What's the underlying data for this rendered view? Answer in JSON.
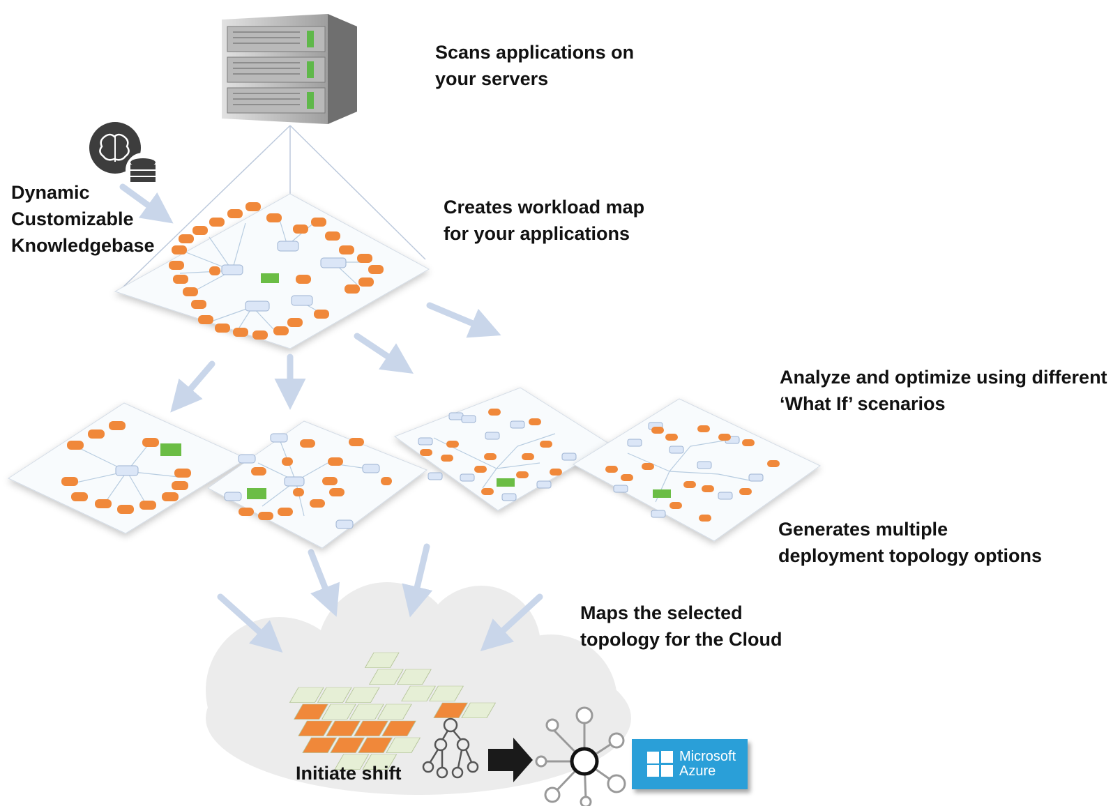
{
  "labels": {
    "scan": "Scans applications on\nyour servers",
    "knowledge": "Dynamic\nCustomizable\nKnowledgebase",
    "workload": "Creates workload map\nfor your applications",
    "analyze": "Analyze and optimize using different\n‘What If’ scenarios",
    "generate": "Generates multiple\ndeployment topology options",
    "maps": "Maps the selected\ntopology for the Cloud",
    "initiate": "Initiate shift"
  },
  "azure": {
    "line1": "Microsoft",
    "line2": "Azure"
  },
  "icons": [
    "server-rack-icon",
    "brain-icon",
    "database-icon",
    "tree-network-icon",
    "right-arrow-icon",
    "hub-network-icon",
    "windows-logo-icon"
  ],
  "colors": {
    "node_orange": "#f0883a",
    "node_blue": "#dbe6f7",
    "node_green": "#6bbd45",
    "arrow": "#c9d6ea",
    "cloud": "#ececec",
    "tile_light": "#e6efd6",
    "azure": "#2a9fd8"
  }
}
